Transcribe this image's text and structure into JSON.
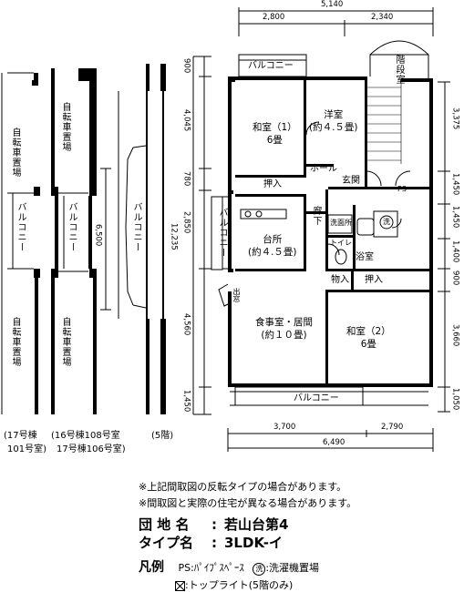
{
  "dimensions": {
    "top_total": "5,140",
    "top_left": "2,800",
    "top_right": "2,340",
    "bottom_left": "3,700",
    "bottom_right": "2,790",
    "bottom_total": "6,490",
    "left_900": "900",
    "left_4045": "4,045",
    "left_780": "780",
    "left_2850": "2,850",
    "left_4560": "4,560",
    "left_1450": "1,450",
    "left_total": "12,235",
    "right_3375": "3,375",
    "right_1450a": "1,450",
    "right_1450b": "1,450",
    "right_1400": "1,400",
    "right_900": "900",
    "right_3660": "3,660",
    "right_1050": "1,050",
    "bay_6500": "6,500"
  },
  "rooms": {
    "washitsu1": "和室（1）",
    "washitsu1_size": "6畳",
    "youshitsu": "洋室",
    "youshitsu_size": "(約４.５畳)",
    "hall": "ホール",
    "genkan": "玄関",
    "oshiire1": "押入",
    "rouka": "廊下",
    "daidokoro": "台所",
    "daidokoro_size": "(約４.５畳)",
    "senmenjo": "洗面所",
    "sentaku": "洗",
    "toilet": "トイレ",
    "yokushitsu": "浴室",
    "monoire": "物入",
    "oshiire2": "押入",
    "ldk": "食事室・居間",
    "ldk_size": "(約１０畳)",
    "washitsu2": "和室（2）",
    "washitsu2_size": "6畳",
    "ps": "PS",
    "kaidanshitsu": "階段室",
    "deguchi": "出窓",
    "balcony_top": "バルコニー",
    "balcony_bottom": "バルコニー",
    "balcony_left": "バルコニー",
    "balcony_mid": "バルコニー",
    "balcony_c1": "バルコニー",
    "balcony_c2": "バルコニー"
  },
  "side": {
    "bike_top": "自転車置場",
    "bike_c1": "自転車置場",
    "bike_c1b": "自転車置場",
    "bike_c2": "自転車置場",
    "caption1a": "(17号棟",
    "caption1b": "101号室)",
    "caption2a": "(16号棟108号室",
    "caption2b": "17号棟106号室)",
    "caption3": "(5階)"
  },
  "notes": {
    "line1": "※上記間取図の反転タイプの場合があります。",
    "line2": "※間取図と実際の住宅が異なる場合があります。"
  },
  "info": {
    "danchi_label": "団 地 名",
    "danchi_value": "若山台第4",
    "type_label": "タイプ名",
    "type_value": "3LDK-イ"
  },
  "legend": {
    "title": "凡例",
    "ps": "PS:ﾊﾟｲﾌﾟｽﾍﾟｰｽ",
    "wash_icon": "洗",
    "wash": ":洗濯機置場",
    "toplight": ":トップライト(5階のみ)"
  }
}
